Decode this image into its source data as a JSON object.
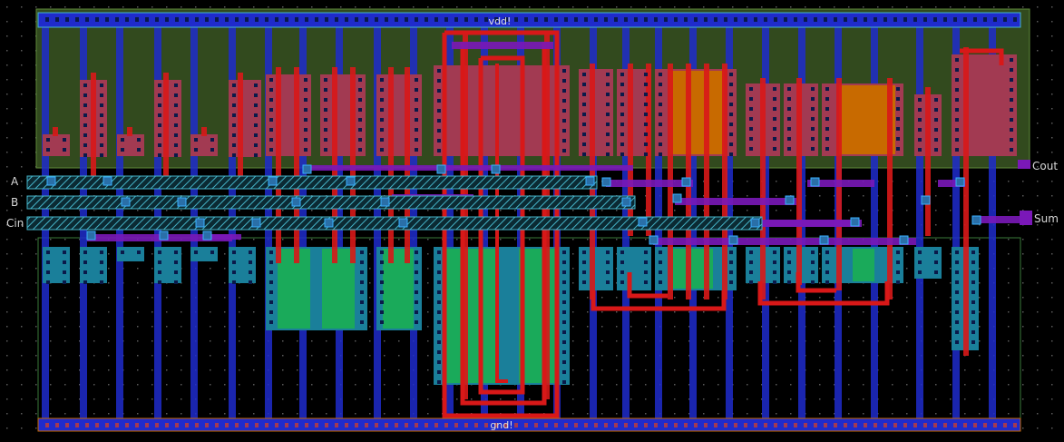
{
  "app": {
    "view": "layout-editor-canvas"
  },
  "rails": {
    "power": "vdd!",
    "ground": "gnd!"
  },
  "pins": {
    "inputs": [
      {
        "name": "A"
      },
      {
        "name": "B"
      },
      {
        "name": "Cin"
      }
    ],
    "outputs": [
      {
        "name": "Cout"
      },
      {
        "name": "Sum"
      }
    ]
  },
  "layers": {
    "background": "#000000",
    "grid_dot": "#5a5a5a",
    "nwell": "#324a1e",
    "nwell_border": "#5f8a3a",
    "pwell_border": "#3a7a3a",
    "metal1": "#1f2bcc",
    "metal2": "#7a18b8",
    "poly": "#d81818",
    "pdiff": "#a23a52",
    "ndiff": "#1a7f9a",
    "contact": "#0a1a4a",
    "pimplant_gate": "#c86a00",
    "nimplant_gate": "#1aaa5a",
    "pin_hatch": "#46b4c8",
    "via": "#3ab0ff"
  }
}
